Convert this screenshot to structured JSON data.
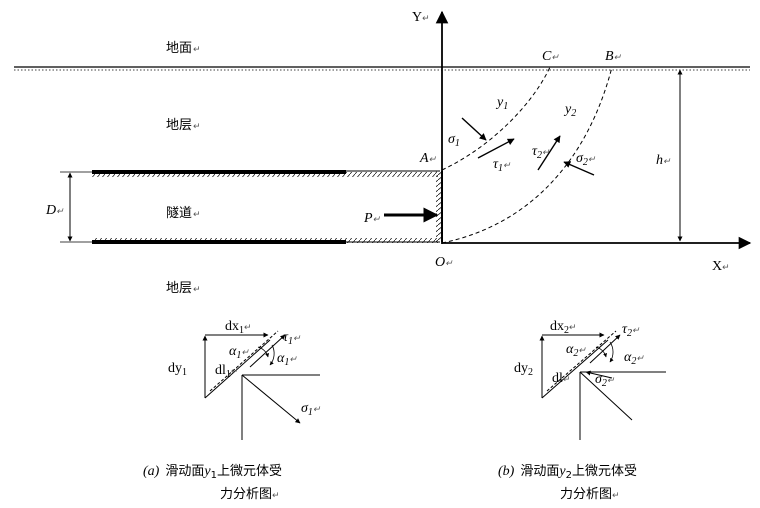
{
  "labels": {
    "ground_surface": "地面",
    "stratum_upper": "地层",
    "stratum_lower": "地层",
    "tunnel": "隧道",
    "axis_y": "Y",
    "axis_x": "X",
    "point_A": "A",
    "point_B": "B",
    "point_C": "C",
    "origin_O": "O",
    "load_P": "P",
    "height_h": "h",
    "diameter_D": "D",
    "y1": "y",
    "y2": "y",
    "sigma1": "σ",
    "tau1": "τ",
    "sigma2": "σ",
    "tau2": "τ",
    "sub1": "1",
    "sub2": "2"
  },
  "panel_a": {
    "dx": "dx",
    "dy": "dy",
    "dl": "dl",
    "alpha": "α",
    "sigma": "σ",
    "tau": "τ",
    "sub": "1",
    "caption_tag": "(a)",
    "caption_line1_pre": "滑动面",
    "caption_var": "y",
    "caption_line1_post": "上微元体受",
    "caption_line2": "力分析图"
  },
  "panel_b": {
    "dx": "dx",
    "dy": "dy",
    "dl": "dl",
    "alpha": "α",
    "sigma": "σ",
    "tau": "τ",
    "sub": "2",
    "caption_tag": "(b)",
    "caption_line1_pre": "滑动面",
    "caption_var": "y",
    "caption_line1_post": "上微元体受",
    "caption_line2": "力分析图"
  }
}
